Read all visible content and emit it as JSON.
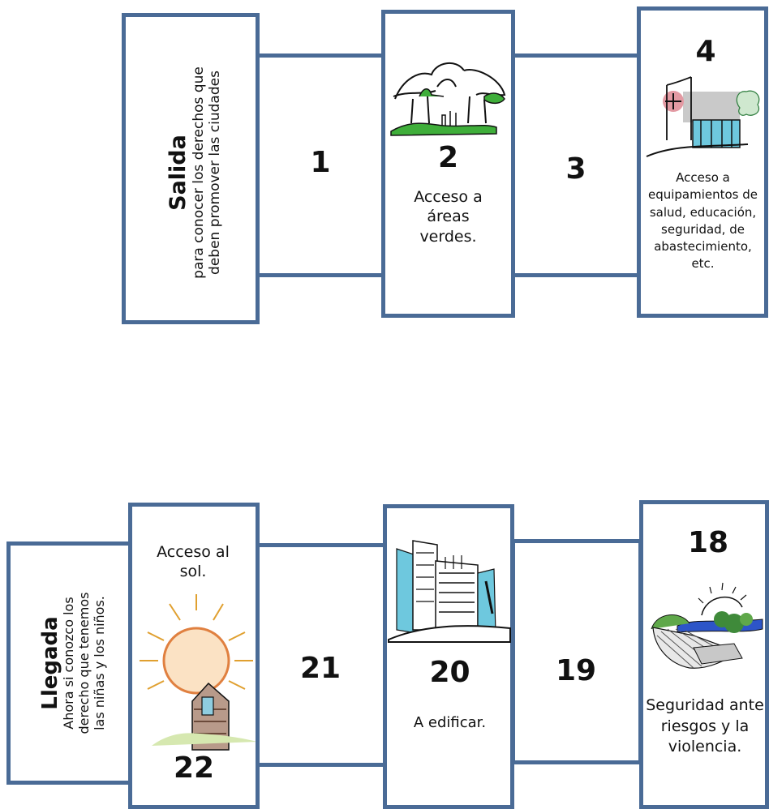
{
  "top_row": {
    "start": {
      "title": "Salida",
      "line1": "para conocer los derechos que",
      "line2": "deben promover las ciudades"
    },
    "squares": [
      {
        "number": "1"
      },
      {
        "number": "2",
        "text": "Acceso a áreas verdes.",
        "icon": "trees-icon"
      },
      {
        "number": "3"
      },
      {
        "number": "4",
        "text": "Acceso a equipamientos de salud, educación, seguridad, de abastecimiento, etc.",
        "icon": "hospital-building-icon"
      }
    ]
  },
  "bottom_row": {
    "finish": {
      "title": "Llegada",
      "line1": "Ahora si conozco los",
      "line2": "derecho que tenemos",
      "line3": "las niñas y los niños."
    },
    "squares": [
      {
        "number": "22",
        "text": "Acceso al sol.",
        "icon": "sun-house-icon"
      },
      {
        "number": "21"
      },
      {
        "number": "20",
        "text": "A edificar.",
        "icon": "city-buildings-icon"
      },
      {
        "number": "19"
      },
      {
        "number": "18",
        "text": "Seguridad ante riesgos y la violencia.",
        "icon": "landslide-hazard-icon"
      }
    ]
  },
  "colors": {
    "border": "#4a6b96",
    "tree_green": "#3fae3a",
    "building_blue": "#6ec8de"
  }
}
